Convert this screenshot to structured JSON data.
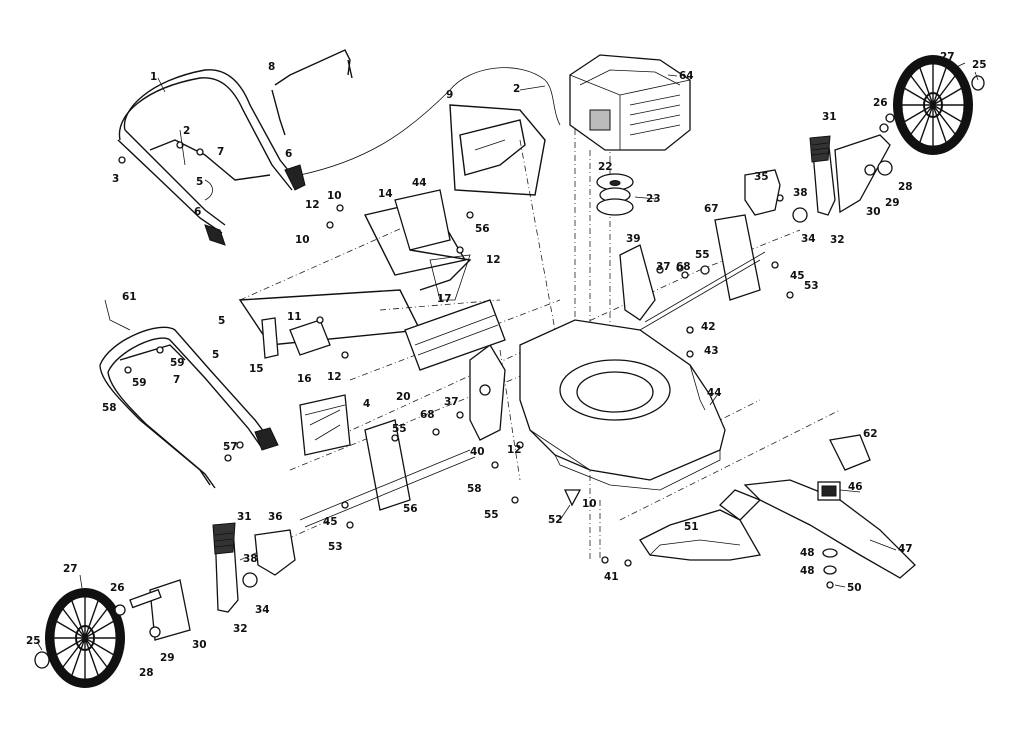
{
  "diagram": {
    "part_numbers": [
      "1",
      "2",
      "3",
      "6",
      "7",
      "5",
      "6",
      "8",
      "2",
      "64",
      "9",
      "27",
      "25",
      "26",
      "28",
      "29",
      "30",
      "31",
      "32",
      "34",
      "35",
      "38",
      "22",
      "23",
      "10",
      "12",
      "14",
      "44",
      "56",
      "12",
      "10",
      "17",
      "67",
      "39",
      "37",
      "68",
      "55",
      "45",
      "53",
      "61",
      "5",
      "11",
      "5",
      "59",
      "7",
      "59",
      "58",
      "15",
      "16",
      "12",
      "20",
      "4",
      "37",
      "68",
      "55",
      "40",
      "42",
      "43",
      "44",
      "57",
      "56",
      "12",
      "45",
      "53",
      "58",
      "55",
      "52",
      "10",
      "62",
      "46",
      "51",
      "41",
      "48",
      "48",
      "50",
      "47",
      "31",
      "36",
      "38",
      "34",
      "27",
      "26",
      "30",
      "25",
      "32",
      "28",
      "29"
    ]
  }
}
